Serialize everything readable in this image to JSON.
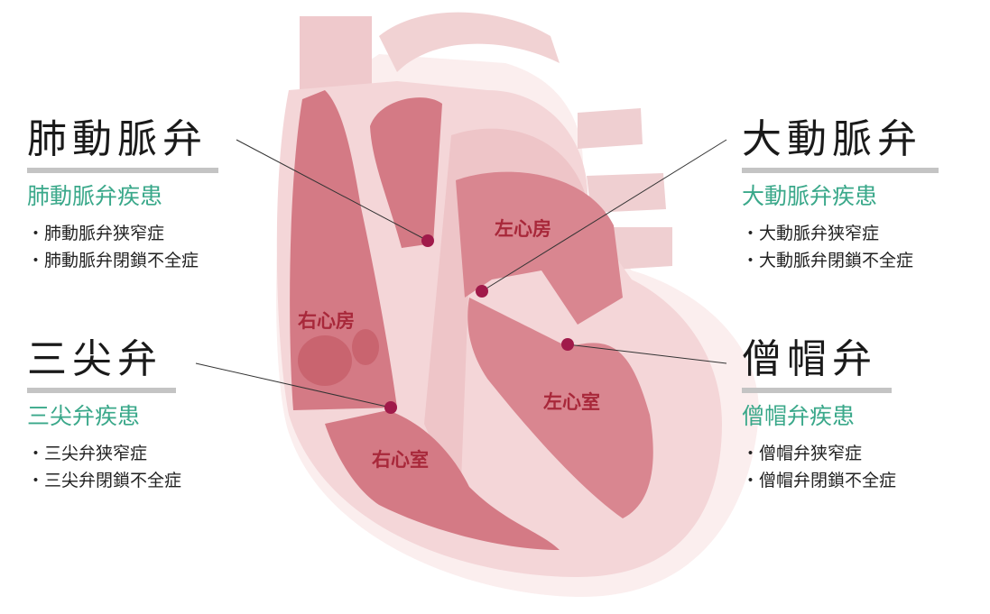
{
  "valves": [
    {
      "title": "肺動脈弁",
      "disease": "肺動脈弁疾患",
      "items": [
        "肺動脈弁狭窄症",
        "肺動脈弁閉鎖不全症"
      ]
    },
    {
      "title": "三尖弁",
      "disease": "三尖弁疾患",
      "items": [
        "三尖弁狭窄症",
        "三尖弁閉鎖不全症"
      ]
    },
    {
      "title": "大動脈弁",
      "disease": "大動脈弁疾患",
      "items": [
        "大動脈弁狭窄症",
        "大動脈弁閉鎖不全症"
      ]
    },
    {
      "title": "僧帽弁",
      "disease": "僧帽弁疾患",
      "items": [
        "僧帽弁狭窄症",
        "僧帽弁閉鎖不全症"
      ]
    }
  ],
  "chambers": {
    "right_atrium": "右心房",
    "left_atrium": "左心房",
    "right_ventricle": "右心室",
    "left_ventricle": "左心室"
  },
  "colors": {
    "accent": "#3aa88a",
    "dot": "#a01a4a",
    "chamber_label": "#a8283a"
  }
}
